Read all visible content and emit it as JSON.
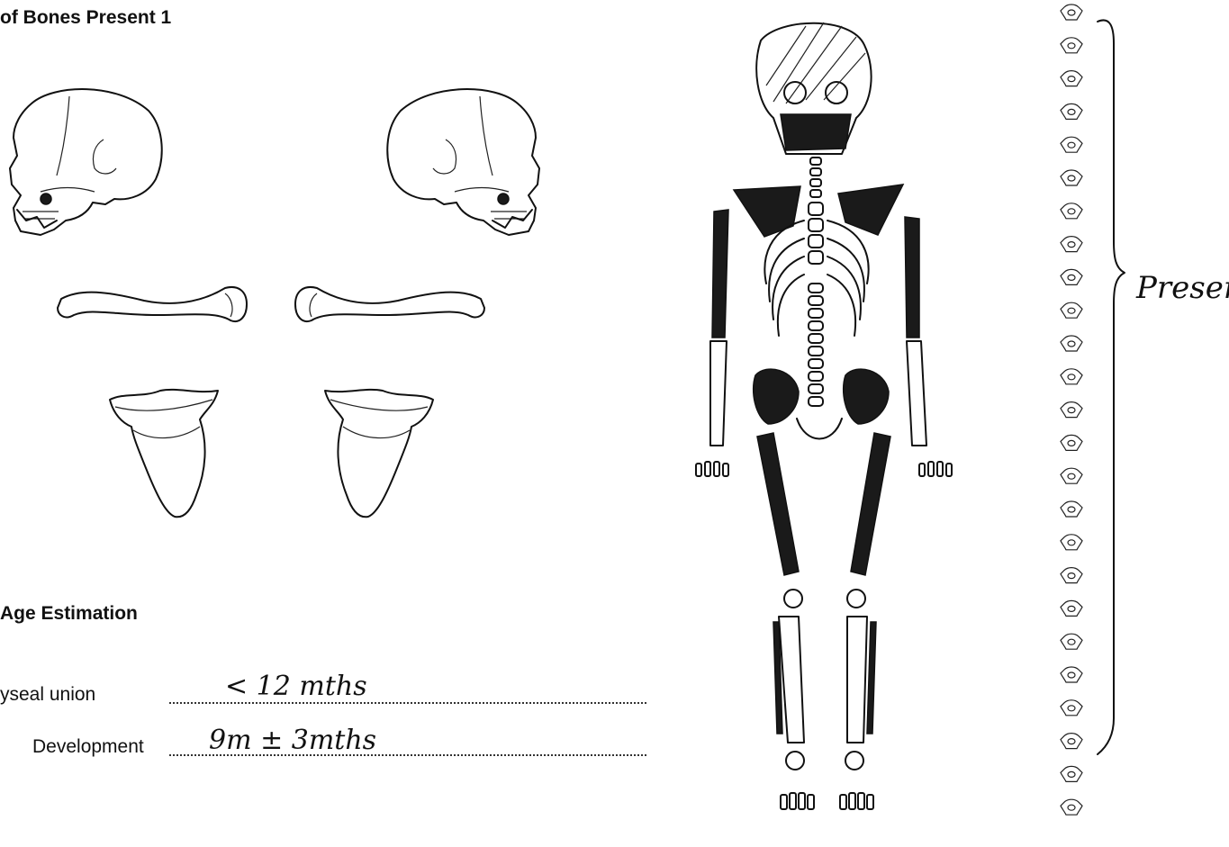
{
  "sections": {
    "bones_present": {
      "title": "of Bones Present 1"
    },
    "age_estimation": {
      "title": "Age Estimation"
    }
  },
  "fields": [
    {
      "label": "yseal union",
      "value": "< 12 mths"
    },
    {
      "label": "Development",
      "value": "9m ± 3mths"
    }
  ],
  "annotation": {
    "text": "Present"
  },
  "vertebrae_count": 25
}
